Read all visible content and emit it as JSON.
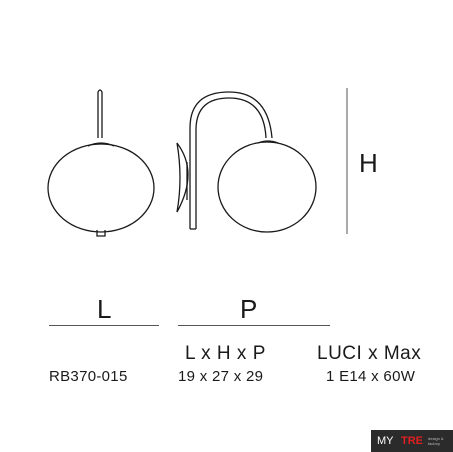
{
  "drawing": {
    "dimension_label": "H"
  },
  "columns": {
    "left_header": "L",
    "mid_header": "P"
  },
  "specs": {
    "code": "RB370-015",
    "dims_header": "L x H x P",
    "dims_value": "19 x 27 x 29",
    "lights_header": "LUCI x Max",
    "lights_value": "1 E14 x 60W"
  },
  "badge": {
    "my": "MY",
    "brand": "TRE",
    "sub": "design & factory"
  },
  "colors": {
    "line": "#1a1a1a",
    "brand_red": "#e02020",
    "badge_bg": "#2b2b2b"
  }
}
